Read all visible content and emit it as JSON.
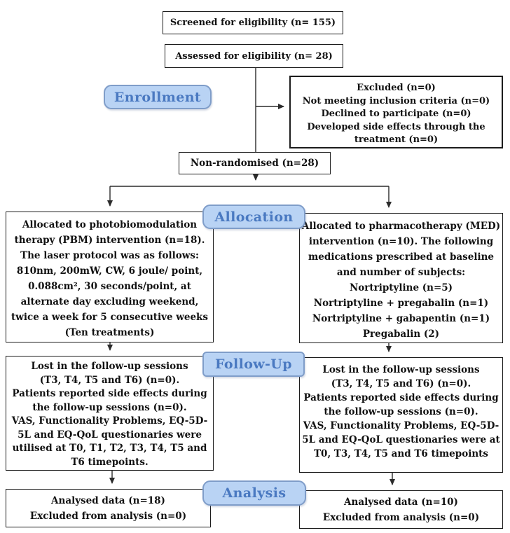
{
  "colors": {
    "stage_fill": "#b9d3f4",
    "stage_border": "#7f9dc9",
    "stage_text": "#4a79c1",
    "box_border": "#1c1c1c",
    "connector_line": "#2b2b2b",
    "background": "#ffffff"
  },
  "stages": {
    "enrollment": "Enrollment",
    "allocation": "Allocation",
    "follow_up": "Follow-Up",
    "analysis": "Analysis"
  },
  "boxes": {
    "screened": "Screened for eligibility (n= 155)",
    "assessed": "Assessed for eligibility (n= 28)",
    "excluded": {
      "lines": [
        "Excluded (n=0)",
        "Not meeting inclusion criteria (n=0)",
        "Declined to participate (n=0)",
        "Developed side effects through the",
        "treatment (n=0)"
      ]
    },
    "non_randomised": "Non-randomised (n=28)",
    "pbm_allocation": {
      "lines": [
        "Allocated to photobiomodulation",
        "therapy (PBM) intervention (n=18).",
        "The laser protocol was as follows:",
        "810nm, 200mW, CW, 6 joule/ point,",
        "0.088cm², 30 seconds/point, at",
        "alternate day excluding weekend,",
        "twice a week for 5 consecutive weeks",
        "(Ten treatments)"
      ]
    },
    "med_allocation": {
      "lines": [
        "Allocated to pharmacotherapy (MED)",
        "intervention (n=10). The following",
        "medications prescribed at baseline",
        "and number of subjects:",
        "Nortriptyline (n=5)",
        "Nortriptyline + pregabalin (n=1)",
        "Nortriptyline + gabapentin (n=1)",
        "Pregabalin (2)"
      ]
    },
    "pbm_follow_up": {
      "lines": [
        "Lost in the follow-up sessions",
        "(T3, T4, T5 and T6) (n=0).",
        "Patients reported side effects during",
        "the follow-up sessions (n=0).",
        "VAS, Functionality Problems, EQ-5D-",
        "5L and EQ-QoL questionaries were",
        "utilised at T0, T1, T2, T3, T4, T5 and",
        "T6 timepoints."
      ]
    },
    "med_follow_up": {
      "lines": [
        "Lost in the follow-up sessions",
        "(T3, T4, T5 and T6) (n=0).",
        "Patients reported side effects during",
        "the follow-up sessions (n=0).",
        "VAS, Functionality Problems, EQ-5D-",
        "5L and EQ-QoL questionaries were at",
        "T0, T3, T4, T5 and T6 timepoints"
      ]
    },
    "pbm_analysis": {
      "lines": [
        "Analysed data (n=18)",
        "Excluded from analysis (n=0)"
      ]
    },
    "med_analysis": {
      "lines": [
        "Analysed data (n=10)",
        "Excluded from analysis (n=0)"
      ]
    }
  }
}
